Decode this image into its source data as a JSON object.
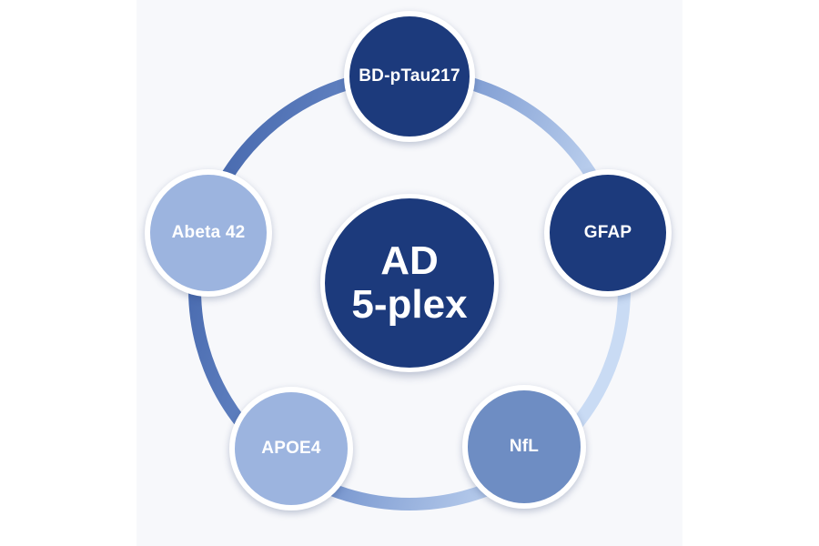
{
  "center": {
    "line1": "AD",
    "line2": "5-plex"
  },
  "nodes": [
    {
      "id": "bdptau",
      "label": "BD-pTau217",
      "shade": "dark"
    },
    {
      "id": "gfap",
      "label": "GFAP",
      "shade": "dark"
    },
    {
      "id": "nfl",
      "label": "NfL",
      "shade": "mid"
    },
    {
      "id": "apoe4",
      "label": "APOE4",
      "shade": "light"
    },
    {
      "id": "abeta",
      "label": "Abeta 42",
      "shade": "light"
    }
  ],
  "colors": {
    "dark_node": "#1c3a7c",
    "mid_node": "#6e8dc3",
    "light_node": "#9cb4df",
    "ring_dark": "#4a6cb0",
    "ring_light": "#c6d7f2"
  }
}
